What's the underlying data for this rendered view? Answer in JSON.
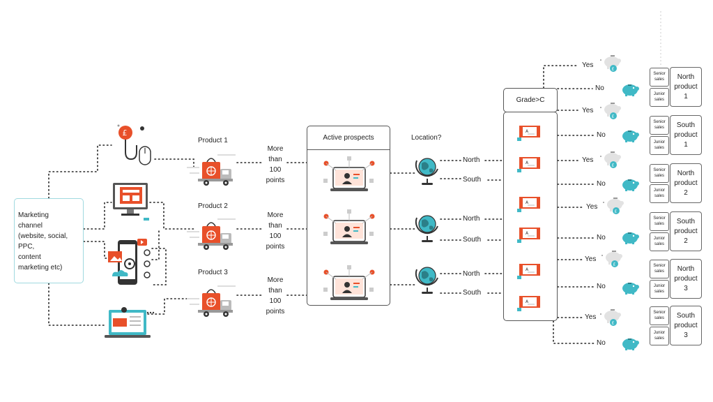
{
  "marketing": {
    "lines": [
      "Marketing",
      "channel",
      "(website, social,",
      "PPC,",
      "content",
      "marketing etc)"
    ]
  },
  "products": [
    {
      "label": "Product 1",
      "criteria": [
        "More",
        "than",
        "100",
        "points"
      ]
    },
    {
      "label": "Product 2",
      "criteria": [
        "More",
        "than",
        "100",
        "points"
      ]
    },
    {
      "label": "Product 3",
      "criteria": [
        "More",
        "than",
        "100",
        "points"
      ]
    }
  ],
  "active_prospects": "Active prospects",
  "location_question": "Location?",
  "regions": [
    "North",
    "South",
    "North",
    "South",
    "North",
    "South"
  ],
  "grade_title": "Grade>C",
  "decisions": [
    "Yes",
    "No",
    "Yes",
    "No",
    "Yes",
    "No",
    "Yes",
    "No",
    "Yes",
    "No",
    "Yes",
    "No"
  ],
  "sales_teams": [
    {
      "senior": [
        "Senior",
        "sales"
      ],
      "junior": [
        "Junior",
        "sales"
      ],
      "product": [
        "North",
        "product",
        "1"
      ]
    },
    {
      "senior": [
        "Senior",
        "sales"
      ],
      "junior": [
        "Junior",
        "sales"
      ],
      "product": [
        "South",
        "product",
        "1"
      ]
    },
    {
      "senior": [
        "Senior",
        "sales"
      ],
      "junior": [
        "Junior",
        "sales"
      ],
      "product": [
        "North",
        "product",
        "2"
      ]
    },
    {
      "senior": [
        "Senior",
        "sales"
      ],
      "junior": [
        "Junior",
        "sales"
      ],
      "product": [
        "South",
        "product",
        "2"
      ]
    },
    {
      "senior": [
        "Senior",
        "sales"
      ],
      "junior": [
        "Junior",
        "sales"
      ],
      "product": [
        "North",
        "product",
        "3"
      ]
    },
    {
      "senior": [
        "Senior",
        "sales"
      ],
      "junior": [
        "Junior",
        "sales"
      ],
      "product": [
        "South",
        "product",
        "3"
      ]
    }
  ],
  "coin_symbol": "£",
  "colors": {
    "accent": "#e8502a",
    "teal": "#40b9c6",
    "border": "#555555",
    "channel_border": "#9fd9df"
  }
}
